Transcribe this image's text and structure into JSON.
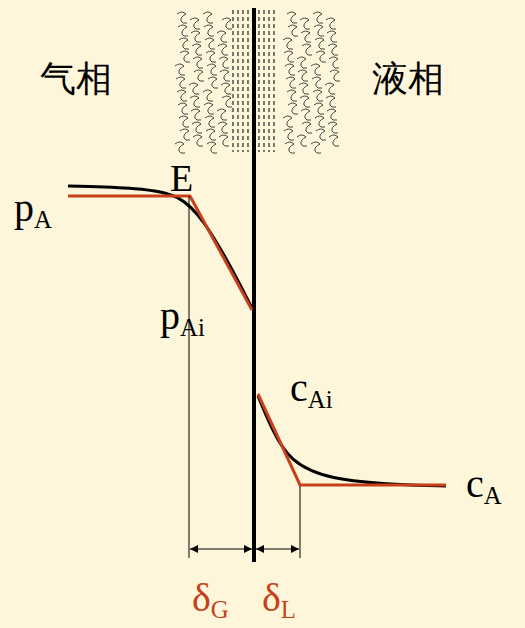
{
  "diagram": {
    "labels": [
      "气相",
      "液相",
      "E",
      "pA",
      "pAi",
      "cAi",
      "cA",
      "δG",
      "δL"
    ]
  }
}
